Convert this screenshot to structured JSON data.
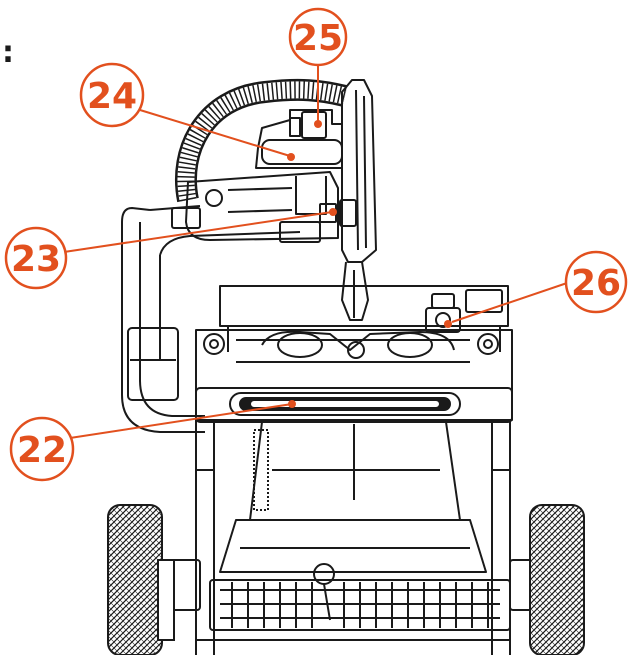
{
  "figure": {
    "top_left_mark": ":",
    "callouts": [
      {
        "label": "25"
      },
      {
        "label": "24"
      },
      {
        "label": "23"
      },
      {
        "label": "26"
      },
      {
        "label": "22"
      }
    ]
  },
  "colors": {
    "callout": "#e2501e",
    "line": "#1a1a1a",
    "background": "#ffffff"
  }
}
